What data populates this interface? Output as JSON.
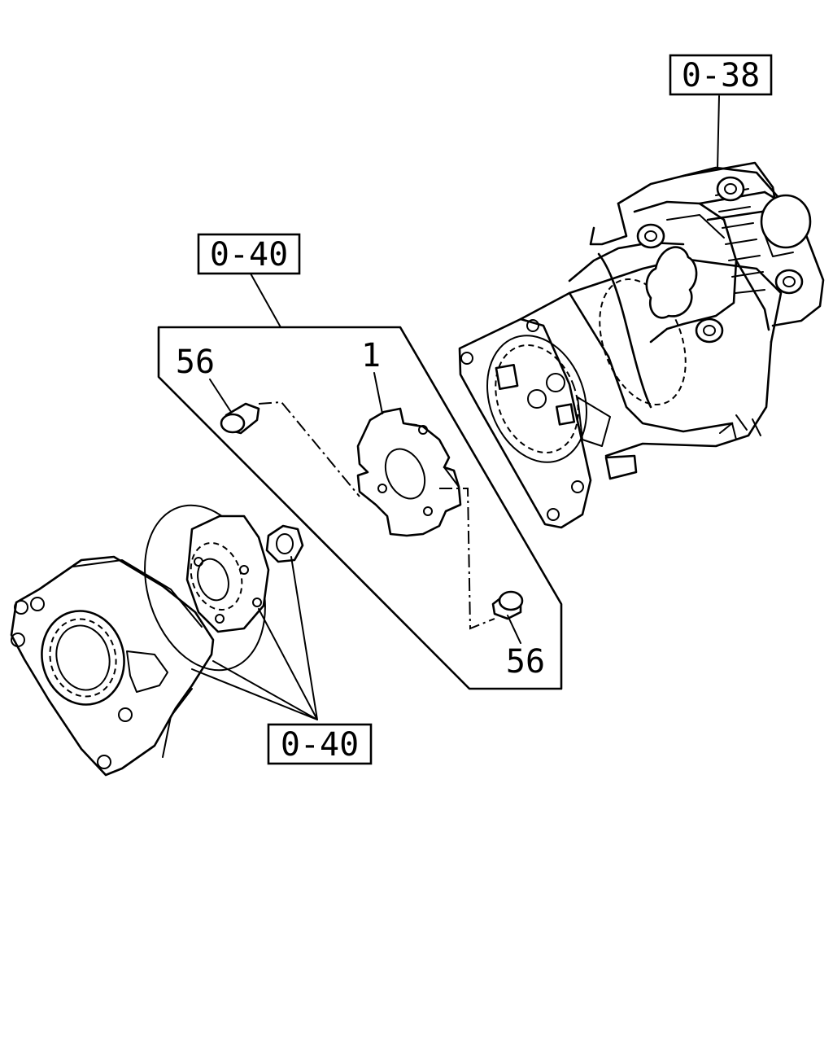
{
  "callouts": {
    "ref_top_right": "0-38",
    "ref_center": "0-40",
    "ref_bottom": "0-40",
    "part_coupling": "1",
    "part_bolt_upper": "56",
    "part_bolt_lower": "56"
  }
}
